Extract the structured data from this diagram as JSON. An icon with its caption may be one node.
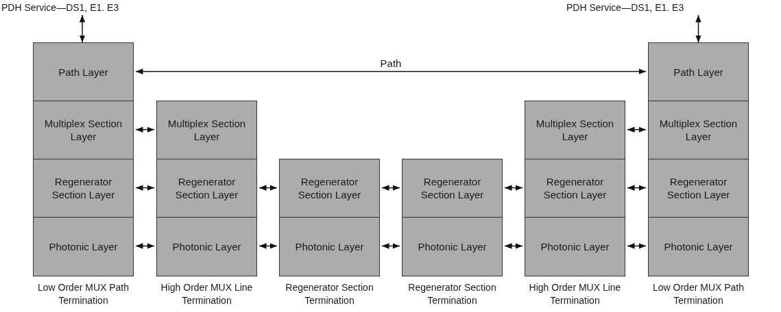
{
  "diagram": {
    "nodes": [
      {
        "text": [
          "PDH Service—DS1, E1. E3"
        ]
      },
      {
        "text": [
          "PDH Service—DS1, E1. E3"
        ]
      },
      {
        "text": [
          "Low Order MUX Path Termination"
        ]
      },
      {
        "text": [
          "Path Layer"
        ],
        "in": 2
      },
      {
        "text": [
          "Multiplex Section Layer"
        ],
        "in": 2
      },
      {
        "text": [
          "Regenerator Section Layer"
        ],
        "in": 2
      },
      {
        "text": [
          "Photonic Layer"
        ],
        "in": 2
      },
      {
        "text": [
          "High Order MUX Line Termination"
        ]
      },
      {
        "text": [
          "Multiplex Section Layer"
        ],
        "in": 7
      },
      {
        "text": [
          "Regenerator Section Layer"
        ],
        "in": 7
      },
      {
        "text": [
          "Photonic Layer"
        ],
        "in": 7
      },
      {
        "text": [
          "Regenerator Section Termination"
        ]
      },
      {
        "text": [
          "Regenerator Section Layer"
        ],
        "in": 11
      },
      {
        "text": [
          "Photonic Layer"
        ],
        "in": 11
      },
      {
        "text": [
          "Regenerator Section Termination"
        ]
      },
      {
        "text": [
          "Regenerator Section Layer"
        ],
        "in": 14
      },
      {
        "text": [
          "Photonic Layer"
        ],
        "in": 14
      },
      {
        "text": [
          "High Order MUX Line Termination"
        ]
      },
      {
        "text": [
          "Multiplex Section Layer"
        ],
        "in": 17
      },
      {
        "text": [
          "Regenerator Section Layer"
        ],
        "in": 17
      },
      {
        "text": [
          "Photonic Layer"
        ],
        "in": 17
      },
      {
        "text": [
          "Low Order MUX Path Termination"
        ]
      },
      {
        "text": [
          "Path Layer"
        ],
        "in": 21
      },
      {
        "text": [
          "Multiplex Section Layer"
        ],
        "in": 21
      },
      {
        "text": [
          "Regenerator Section Layer"
        ],
        "in": 21
      },
      {
        "text": [
          "Photonic Layer"
        ],
        "in": 21
      }
    ],
    "edges": [
      {
        "from": 0,
        "to": 3,
        "arrow": "both"
      },
      {
        "from": 1,
        "to": 22,
        "arrow": "both"
      },
      {
        "from": 3,
        "to": 22,
        "arrow": "both",
        "label": "Path"
      },
      {
        "from": 4,
        "to": 8,
        "arrow": "both"
      },
      {
        "from": 18,
        "to": 23,
        "arrow": "both"
      },
      {
        "from": 5,
        "to": 9,
        "arrow": "both"
      },
      {
        "from": 9,
        "to": 12,
        "arrow": "both"
      },
      {
        "from": 12,
        "to": 15,
        "arrow": "both"
      },
      {
        "from": 15,
        "to": 19,
        "arrow": "both"
      },
      {
        "from": 19,
        "to": 24,
        "arrow": "both"
      },
      {
        "from": 6,
        "to": 10,
        "arrow": "both"
      },
      {
        "from": 10,
        "to": 13,
        "arrow": "both"
      },
      {
        "from": 13,
        "to": 16,
        "arrow": "both"
      },
      {
        "from": 16,
        "to": 20,
        "arrow": "both"
      },
      {
        "from": 20,
        "to": 25,
        "arrow": "both"
      }
    ]
  }
}
